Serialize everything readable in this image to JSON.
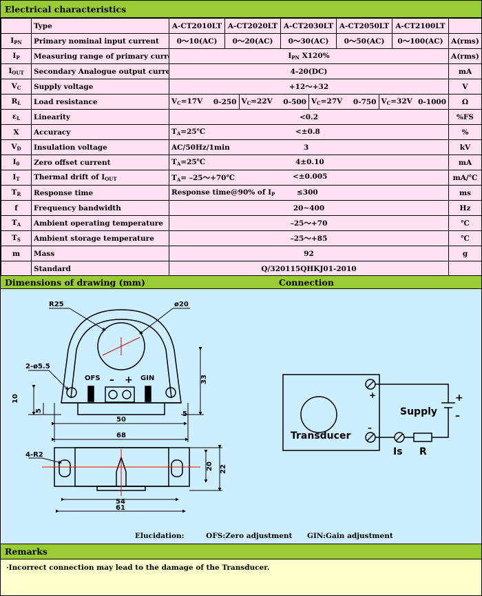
{
  "headers": {
    "electrical": "Electrical characteristics",
    "dimensions": "Dimensions of drawing (mm)",
    "connection": "Connection",
    "remarks": "Remarks"
  },
  "table": {
    "type_label": "Type",
    "models": [
      "A-CT2010LT",
      "A-CT2020LT",
      "A-CT2030LT",
      "A-CT2050LT",
      "A-CT2100LT"
    ],
    "ipn": {
      "sym": "I",
      "sub": "PN",
      "name": "Primary nominal input current",
      "values": [
        "0～10(AC)",
        "0～20(AC)",
        "0～30(AC)",
        "0～50(AC)",
        "0～100(AC)"
      ],
      "unit": "A(rms)"
    },
    "ip": {
      "sym": "I",
      "sub": "P",
      "name": "Measuring range of primary current",
      "v1": "I",
      "v1sub": "PN",
      "v2": " X120%",
      "unit": "A(rms)"
    },
    "iout": {
      "sym": "I",
      "sub": "OUT",
      "name": "Secondary Analogue output current",
      "value": "4-20(DC)",
      "unit": "mA"
    },
    "vc": {
      "sym": "V",
      "sub": "C",
      "name": "Supply voltage",
      "value": "+12～+32",
      "unit": "V"
    },
    "rl": {
      "sym": "R",
      "sub": "L",
      "name": "Load resistance",
      "cells": [
        {
          "v": "17V",
          "r": "0-250"
        },
        {
          "v": "22V",
          "r": "0-500"
        },
        {
          "v": "27V",
          "r": "0-750"
        },
        {
          "v": "32V",
          "r": "0-1000"
        }
      ],
      "vsym": "V",
      "vsub": "C",
      "eq": "=",
      "unit": "Ω"
    },
    "lin": {
      "sym": "ε",
      "sub": "L",
      "name": "Linearity",
      "value": "<0.2",
      "unit": "%FS"
    },
    "acc": {
      "sym": "X",
      "name": "Accuracy",
      "cond_a": "T",
      "cond_sub": "A",
      "cond_b": "=25℃",
      "value": "<±0.8",
      "unit": "%"
    },
    "vd": {
      "sym": "V",
      "sub": "D",
      "name": "Insulation voltage",
      "cond": "AC/50Hz/1min",
      "value": "3",
      "unit": "kV"
    },
    "i0": {
      "sym": "I",
      "sub": "0",
      "name": "Zero offset current",
      "cond_a": "T",
      "cond_sub": "A",
      "cond_b": "=25℃",
      "value": "4±0.10",
      "unit": "mA"
    },
    "it": {
      "sym": "I",
      "sub": "T",
      "name_a": "Thermal drift of I",
      "name_sub": "OUT",
      "cond_a": "T",
      "cond_sub": "A",
      "cond_b": "= –25～+70℃",
      "value": "<±0.005",
      "unit": "mA/℃"
    },
    "tr": {
      "sym": "T",
      "sub": "R",
      "name": "Response time",
      "cond_a": "Response time@90% of I",
      "cond_sub": "P",
      "value": "≤300",
      "unit": "ms"
    },
    "f": {
      "sym": "f",
      "name": "Frequency bandwidth",
      "value": "20~400",
      "unit": "Hz"
    },
    "ta": {
      "sym": "T",
      "sub": "A",
      "name": "Ambient operating temperature",
      "value": "–25～+70",
      "unit": "℃"
    },
    "ts": {
      "sym": "T",
      "sub": "S",
      "name": "Ambient storage temperature",
      "value": "–25～+85",
      "unit": "℃"
    },
    "m": {
      "sym": "m",
      "name": "Mass",
      "value": "92",
      "unit": "g"
    },
    "std": {
      "name": "Standard",
      "value": "Q/320115QHKJ01-2010"
    }
  },
  "drawing": {
    "r25": "R25",
    "d20": "ø20",
    "holes": "2-ø5.5",
    "ofs": "OFS",
    "minus": "–",
    "plus": "+",
    "gin": "GIN",
    "d10": "10",
    "d5a": "5",
    "d33": "33",
    "d50": "50",
    "d5b": "5",
    "d68": "68",
    "r2": "4-R2",
    "d20b": "20",
    "d22": "22",
    "d54": "54",
    "d61": "61"
  },
  "connection": {
    "plus": "+",
    "minus": "–",
    "transducer": "Transducer",
    "supply": "Supply",
    "splus": "+",
    "sminus": "–",
    "is": "Is",
    "r": "R"
  },
  "elucidation": {
    "label": "Elucidation:",
    "ofs": "OFS:Zero adjustment",
    "gin": "GIN:Gain adjustment"
  },
  "remarks": {
    "text": "·Incorrect connection may lead to the damage of the Transducer."
  }
}
